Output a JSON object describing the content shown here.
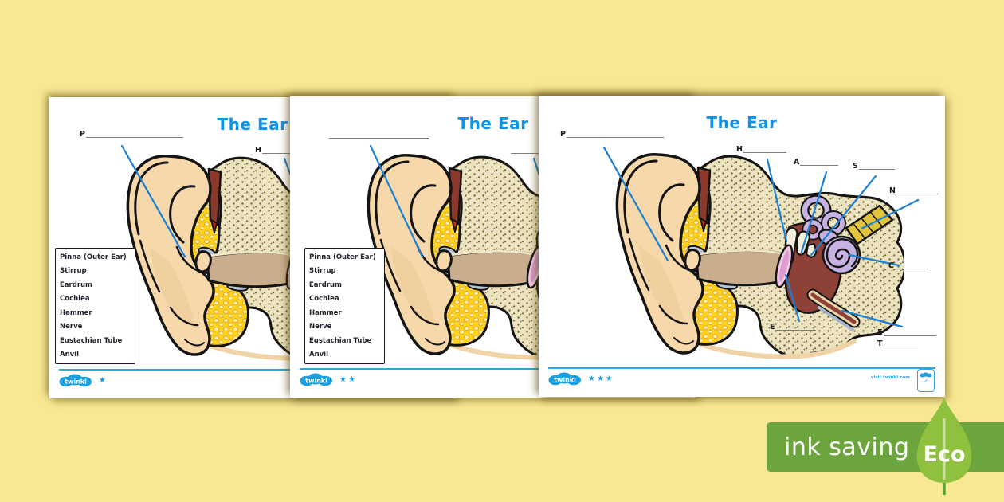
{
  "canvas": {
    "background": "#f8e893"
  },
  "worksheet": {
    "title": "The Ear",
    "word_bank": [
      "Pinna (Outer Ear)",
      "Stirrup",
      "Eardrum",
      "Cochlea",
      "Hammer",
      "Nerve",
      "Eustachian Tube",
      "Anvil"
    ],
    "pages": [
      {
        "difficulty": "one-star",
        "stars": "★",
        "labels": {
          "p": "P",
          "h": "H"
        }
      },
      {
        "difficulty": "two-star",
        "stars": "★★",
        "labels": {}
      },
      {
        "difficulty": "three-star",
        "stars": "★★★",
        "labels": {
          "p": "P",
          "h": "H",
          "a": "A",
          "s": "S",
          "n": "N",
          "c": "C",
          "e": "E",
          "e2": "E",
          "t": "T"
        },
        "visit_link": "visit twinkl.com"
      }
    ]
  },
  "brand": {
    "name": "twinkl"
  },
  "eco": {
    "label": "ink saving",
    "badge": "Eco"
  },
  "colors": {
    "title_blue": "#0f93e8",
    "leader_blue": "#1b7fd6",
    "footer_blue": "#2aa9e0",
    "banner_green": "#6ca43e",
    "leaf_green": "#8fc13e",
    "fat_yellow": "#ffd316",
    "bone_cream": "#ece3c2",
    "cochlea_lavender": "#c7b2e2",
    "skin": "#f6d8ab"
  }
}
